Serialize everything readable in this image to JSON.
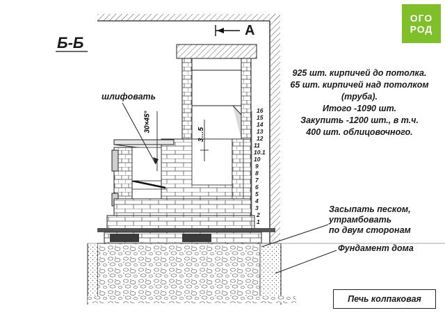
{
  "section_title": "Б-Б",
  "section_arrow_label": "А",
  "summary_lines": [
    "925 шт. кирпичей до потолка.",
    "65 шт. кирпичей над потолком",
    "(труба).",
    "Итого -1090 шт.",
    "Закупить -1200 шт., в т.ч.",
    "400 шт. облицовочного."
  ],
  "labels": {
    "grind": "шлифовать",
    "chamfer_dim": "30×45°",
    "gap_dim": "3…5",
    "sand_fill": [
      "Засыпать песком,",
      "утрамбовать",
      "по двум сторонам"
    ],
    "foundation": "Фундамент дома"
  },
  "row_numbers": [
    "16",
    "15",
    "14",
    "13",
    "12",
    "11",
    "10.1",
    "10",
    "9",
    "8",
    "7",
    "6",
    "5",
    "4",
    "3",
    "2",
    "1"
  ],
  "caption": "Печь колпаковая",
  "logo": {
    "line1": "ОГО",
    "line2": "РОД",
    "color": "#7fbf2a"
  }
}
